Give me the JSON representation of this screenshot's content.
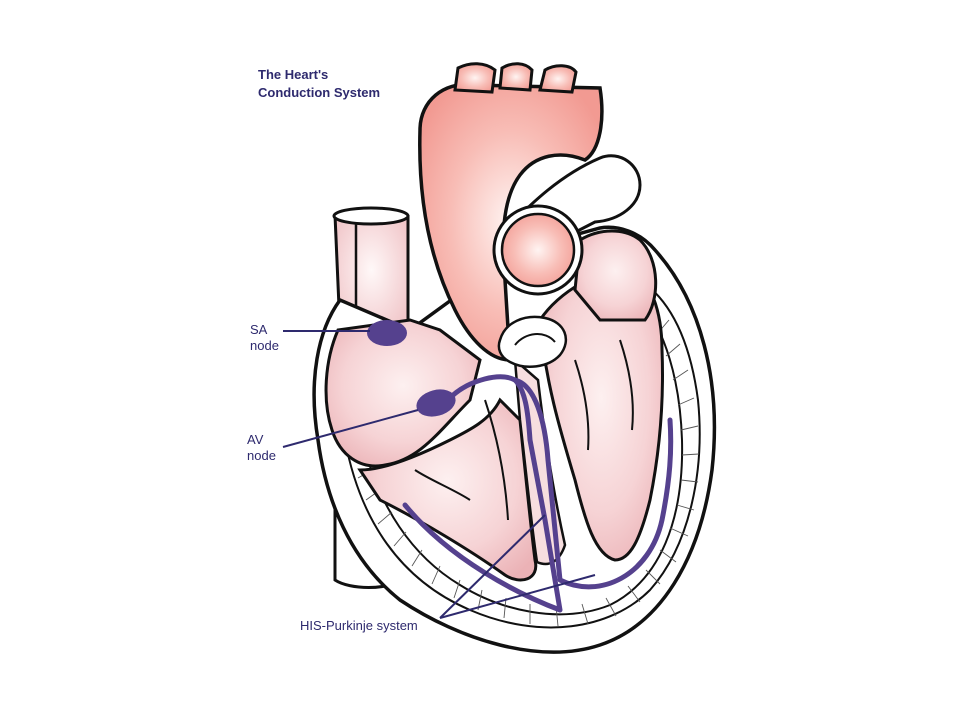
{
  "diagram": {
    "title": [
      "The Heart's",
      "Conduction System"
    ],
    "labels": {
      "sa_node": [
        "SA",
        "node"
      ],
      "av_node": [
        "AV",
        "node"
      ],
      "his_purkinje": "HIS-Purkinje system"
    },
    "colors": {
      "outline": "#111111",
      "tissue_pink": "#f4c9cc",
      "aorta_pink": "#f4a09a",
      "inner_pale": "#fbe6e7",
      "conduction_purple": "#55418e",
      "label_text": "#2e2a6e"
    }
  }
}
